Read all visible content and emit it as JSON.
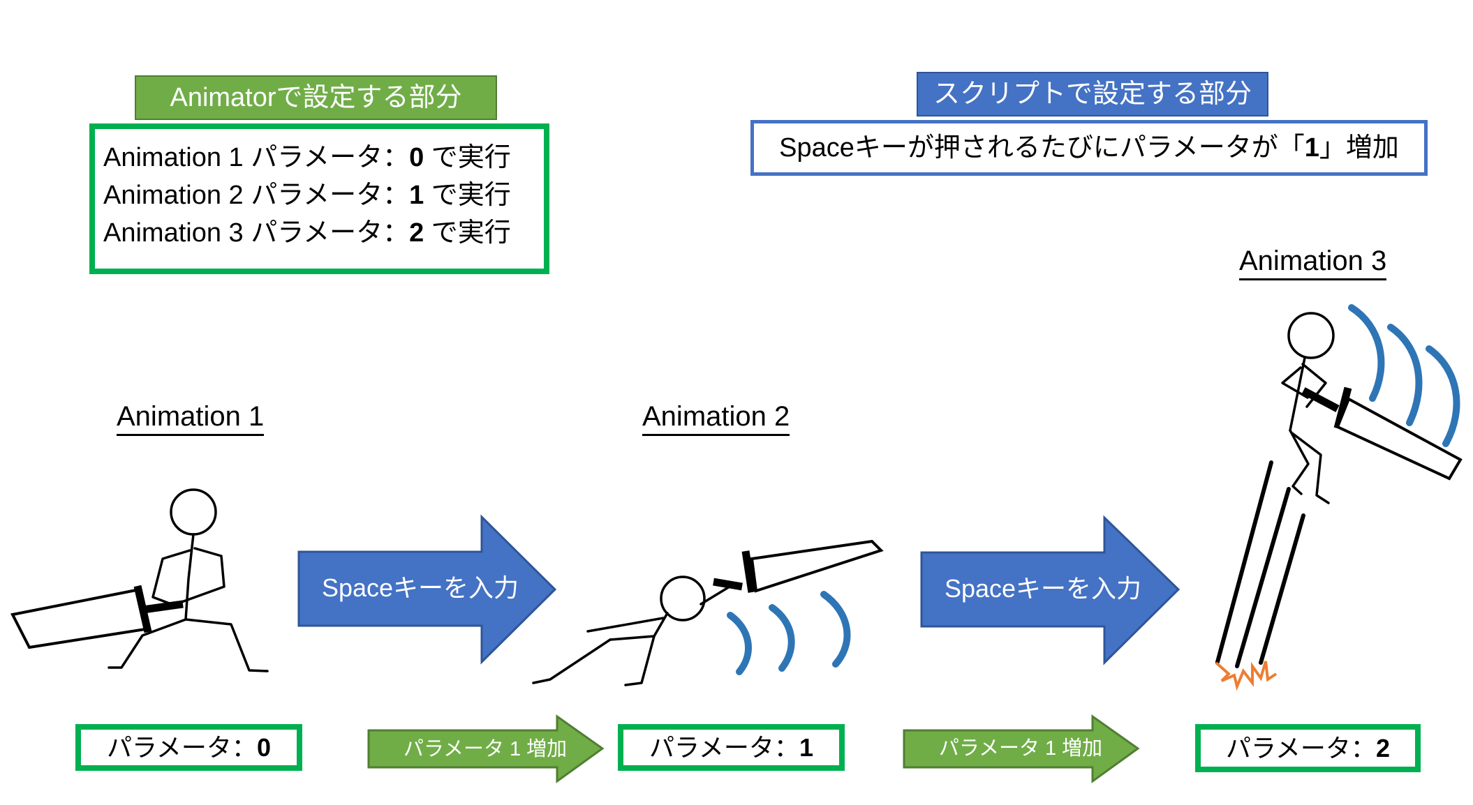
{
  "colors": {
    "green_fill": "#70AD47",
    "green_dark_border": "#507E32",
    "bright_green_border": "#00B050",
    "blue_fill": "#4472C4",
    "blue_dark_border": "#2F5597",
    "swing_arc_blue": "#2E75B6",
    "impact_orange": "#ED7D31"
  },
  "animator_section": {
    "header": "Animatorで設定する部分",
    "rules": [
      {
        "prefix": "Animation 1 パラメータ：",
        "value": "0",
        "suffix": " で実行"
      },
      {
        "prefix": "Animation 2 パラメータ：",
        "value": "1",
        "suffix": " で実行"
      },
      {
        "prefix": "Animation 3 パラメータ：",
        "value": "2",
        "suffix": " で実行"
      }
    ]
  },
  "script_section": {
    "header": "スクリプトで設定する部分",
    "rule_prefix": "Spaceキーが押されるたびにパラメータが「",
    "rule_value": "1",
    "rule_suffix": "」増加"
  },
  "animation_labels": [
    "Animation 1",
    "Animation 2",
    "Animation 3"
  ],
  "space_arrows": [
    {
      "label": "Spaceキーを入力"
    },
    {
      "label": "Spaceキーを入力"
    }
  ],
  "param_boxes": [
    {
      "label": "パラメータ：",
      "value": "0"
    },
    {
      "label": "パラメータ：",
      "value": "1"
    },
    {
      "label": "パラメータ：",
      "value": "2"
    }
  ],
  "increment_arrows": [
    {
      "label": "パラメータ 1 増加"
    },
    {
      "label": "パラメータ 1 増加"
    }
  ]
}
